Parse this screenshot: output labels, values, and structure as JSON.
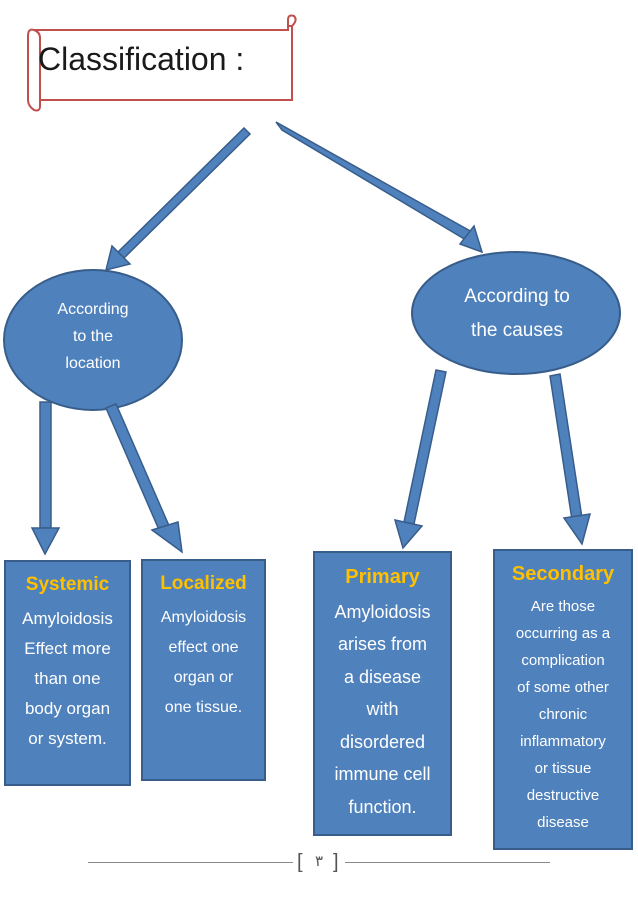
{
  "title": "Classification :",
  "location_node": {
    "lines": [
      "According",
      "to the",
      "location"
    ]
  },
  "causes_node": {
    "lines": [
      "According to",
      "the causes"
    ]
  },
  "boxes": {
    "systemic": {
      "title": "Systemic",
      "lines": [
        "Amyloidosis",
        "Effect more",
        "than one",
        "body organ",
        "or system."
      ]
    },
    "localized": {
      "title": "Localized",
      "lines": [
        "Amyloidosis",
        "effect one",
        "organ or",
        "one tissue."
      ]
    },
    "primary": {
      "title": "Primary",
      "lines": [
        "Amyloidosis",
        "arises from",
        "a disease",
        "with",
        "disordered",
        "immune cell",
        "function."
      ]
    },
    "secondary": {
      "title": "Secondary",
      "lines": [
        "Are those",
        "occurring as a",
        "complication",
        "of some other",
        "chronic",
        "inflammatory",
        "or tissue",
        "destructive",
        "disease"
      ]
    }
  },
  "page_number": "٣",
  "colors": {
    "node_fill": "#4f81bd",
    "node_border": "#385d8a",
    "title_accent": "#ffc000",
    "scroll_border": "#c0504d"
  }
}
